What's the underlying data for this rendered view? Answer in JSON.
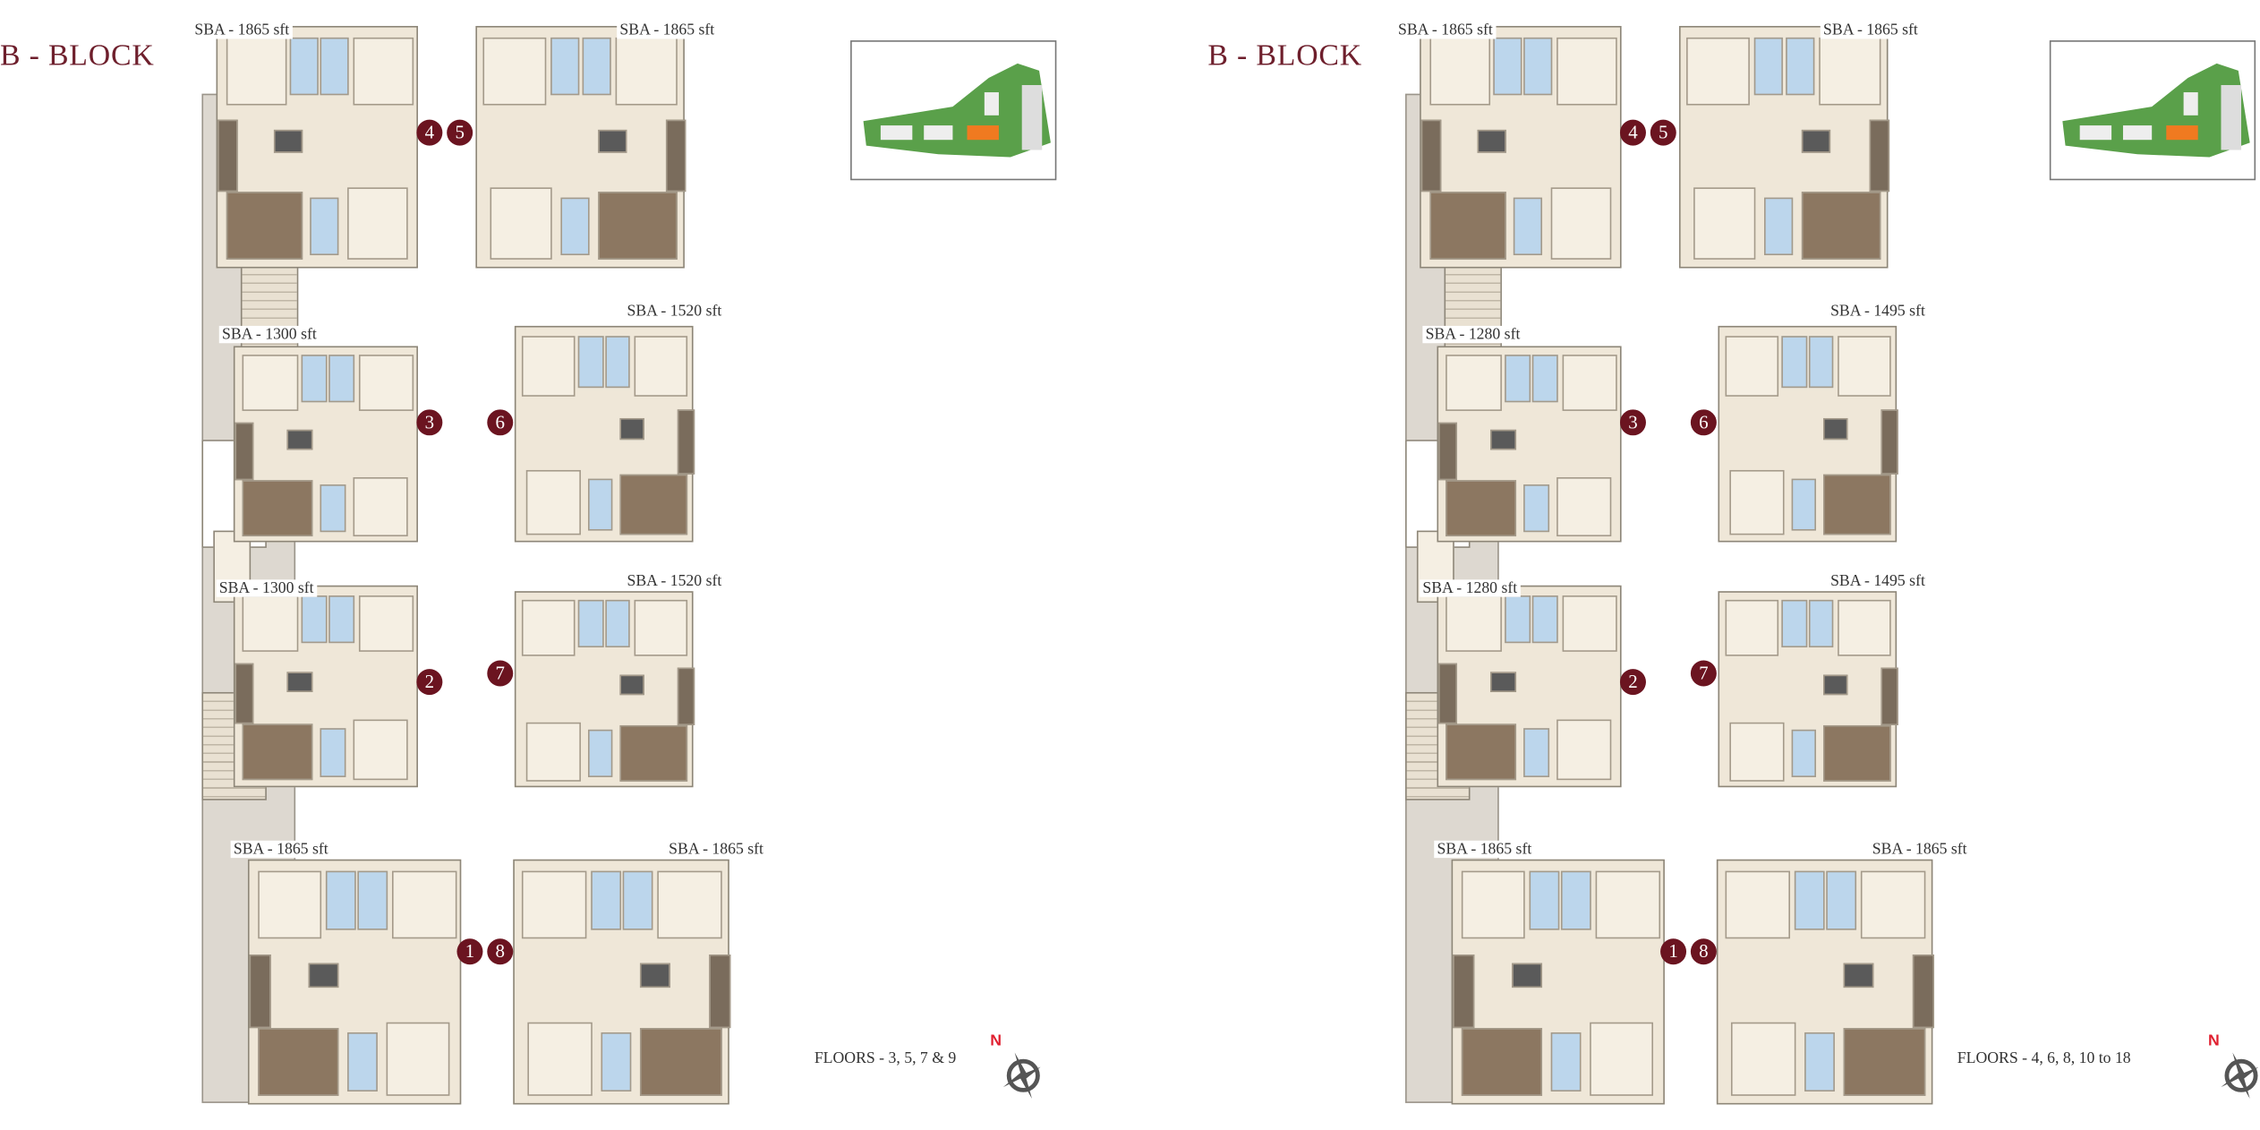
{
  "panels": [
    {
      "title": "B - BLOCK",
      "units": [
        {
          "number": "4",
          "sba": "SBA - 1865 sft"
        },
        {
          "number": "5",
          "sba": "SBA - 1865 sft"
        },
        {
          "number": "3",
          "sba": "SBA - 1300 sft"
        },
        {
          "number": "6",
          "sba": "SBA - 1520 sft"
        },
        {
          "number": "2",
          "sba": "SBA - 1300 sft"
        },
        {
          "number": "7",
          "sba": "SBA - 1520 sft"
        },
        {
          "number": "1",
          "sba": "SBA - 1865 sft"
        },
        {
          "number": "8",
          "sba": "SBA - 1865 sft"
        }
      ],
      "floors": "FLOORS - 3, 5, 7 & 9",
      "compass_label": "N"
    },
    {
      "title": "B - BLOCK",
      "units": [
        {
          "number": "4",
          "sba": "SBA - 1865 sft"
        },
        {
          "number": "5",
          "sba": "SBA - 1865 sft"
        },
        {
          "number": "3",
          "sba": "SBA - 1280 sft"
        },
        {
          "number": "6",
          "sba": "SBA - 1495 sft"
        },
        {
          "number": "2",
          "sba": "SBA - 1280 sft"
        },
        {
          "number": "7",
          "sba": "SBA - 1495 sft"
        },
        {
          "number": "1",
          "sba": "SBA - 1865 sft"
        },
        {
          "number": "8",
          "sba": "SBA - 1865 sft"
        }
      ],
      "floors": "FLOORS - 4, 6, 8, 10 to 18",
      "compass_label": "N"
    }
  ],
  "colors": {
    "title": "#6e1f2c",
    "unit_marker": "#6b1420",
    "compass_north": "#e02030",
    "keyplan_highlight": "#f07a20",
    "keyplan_green": "#5aa04a"
  }
}
